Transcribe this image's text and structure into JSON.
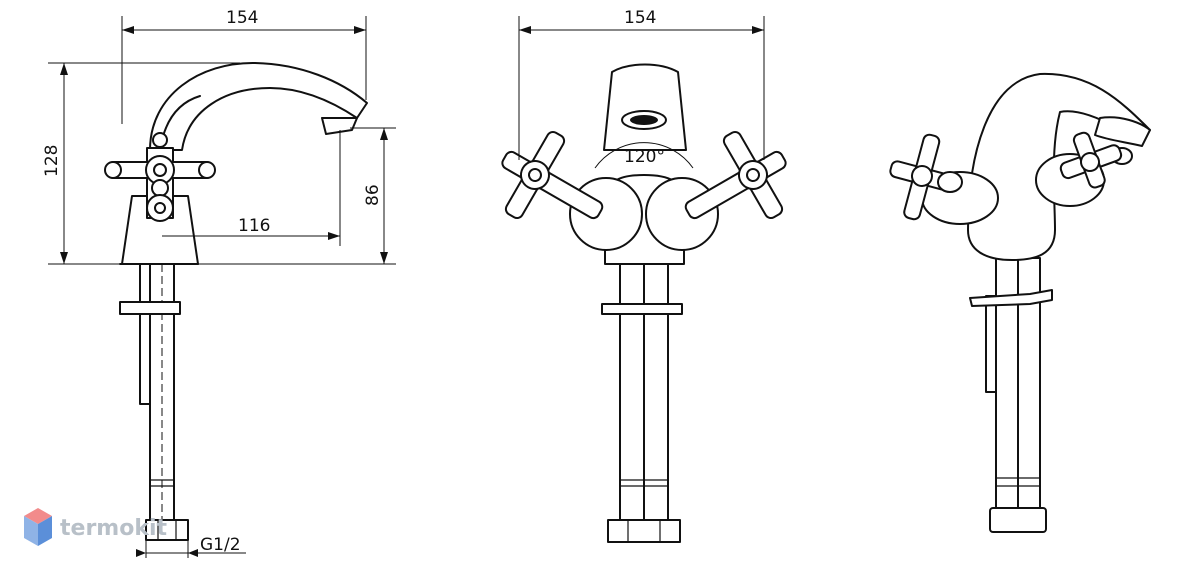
{
  "dimensions": {
    "side_width": "154",
    "front_width": "154",
    "height": "128",
    "spout_height": "86",
    "spout_reach": "116",
    "thread": "G1/2",
    "handle_angle": "120°"
  },
  "watermark": {
    "text": "termokit",
    "colors": {
      "top": "#f28b8b",
      "left": "#8fb3e6",
      "right": "#5b8fd9"
    }
  }
}
